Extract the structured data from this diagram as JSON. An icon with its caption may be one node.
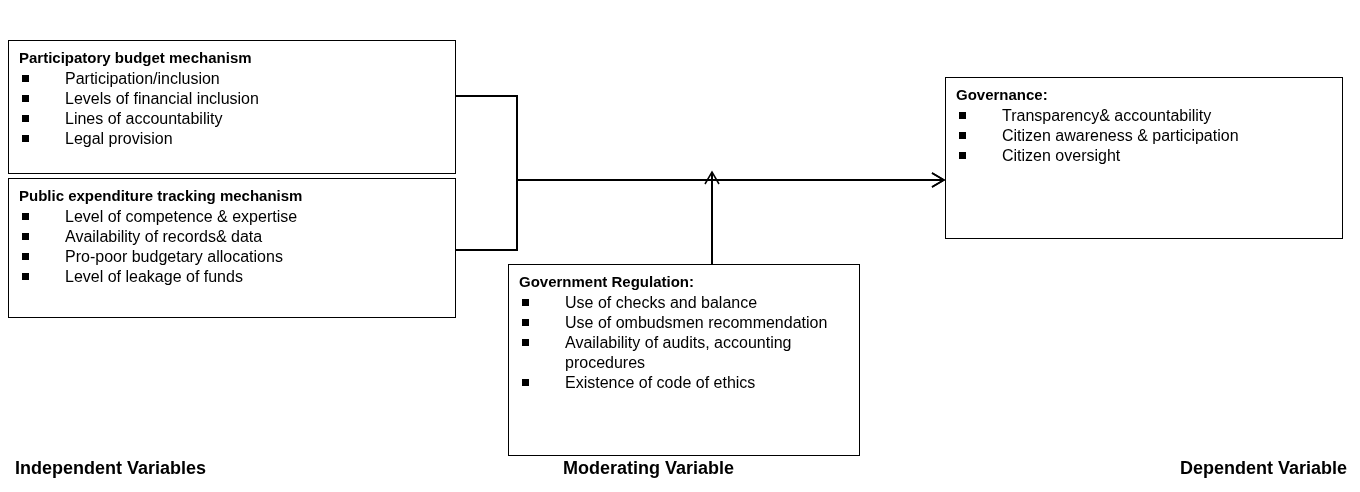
{
  "diagram": {
    "nodes": [
      {
        "text": [
          "Participatory budget mechanism",
          "Participation/inclusion",
          "Levels of financial inclusion",
          "Lines of accountability",
          "Legal provision"
        ]
      },
      {
        "text": [
          "Public expenditure tracking mechanism",
          "Level of competence & expertise",
          "Availability of records& data",
          "Pro-poor budgetary allocations",
          "Level of leakage of funds"
        ]
      },
      {
        "text": [
          "Governance:",
          "Transparency& accountability",
          "Citizen awareness & participation",
          "Citizen oversight"
        ]
      },
      {
        "text": [
          "Government Regulation:",
          "Use of checks and balance",
          "Use of ombudsmen recommendation",
          "Availability of audits, accounting procedures",
          "Existence of code of ethics"
        ]
      }
    ],
    "edges": [
      {
        "from": 0,
        "to": 2,
        "arrow": "to"
      },
      {
        "from": 1,
        "to": 2,
        "arrow": "to"
      },
      {
        "from": 3,
        "to": null,
        "arrow": "to"
      }
    ],
    "labels": [
      "Independent Variables",
      "Moderating Variable",
      "Dependent Variable"
    ]
  }
}
